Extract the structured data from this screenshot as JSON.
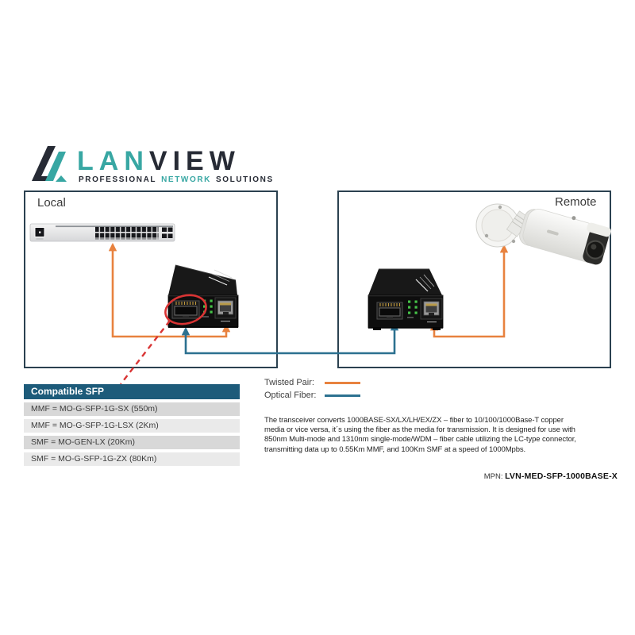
{
  "logo": {
    "brand_primary": "LAN",
    "brand_secondary": "VIEW",
    "tagline_words": [
      "PROFESSIONAL",
      "NETWORK",
      "SOLUTIONS"
    ]
  },
  "boxes": {
    "local_label": "Local",
    "remote_label": "Remote"
  },
  "legend": {
    "items": [
      {
        "label": "Twisted Pair:",
        "color": "#e8823f"
      },
      {
        "label": "Optical Fiber:",
        "color": "#2c7190"
      }
    ]
  },
  "sfp_table": {
    "header": "Compatible SFP",
    "rows": [
      "MMF = MO-G-SFP-1G-SX (550m)",
      "MMF = MO-G-SFP-1G-LSX (2Km)",
      "SMF = MO-GEN-LX (20Km)",
      "SMF = MO-G-SFP-1G-ZX (80Km)"
    ]
  },
  "description": {
    "text": "The transceiver  converts 1000BASE-SX/LX/LH/EX/ZX – fiber to 10/100/1000Base-T copper media or vice versa, it´s using the fiber as the media for transmission. It is designed for use with 850nm Multi-mode and 1310nm single-mode/WDM – fiber cable utilizing the LC-type connector, transmitting data up to 0.55Km MMF, and 100Km SMF at a speed of 1000Mpbs."
  },
  "mpn": {
    "label": "MPN: ",
    "value": "LVN-MED-SFP-1000BASE-X"
  },
  "colors": {
    "brand_teal": "#38a7a3",
    "brand_navy": "#272b35",
    "box_border": "#2b4150",
    "twisted_pair_orange": "#e8823f",
    "optical_fiber_blue": "#2c7190",
    "highlight_red": "#d93434",
    "table_header_bg": "#1d5b7a",
    "table_row_dark": "#d8d8d8",
    "table_row_light": "#eaeaea",
    "led_green": "#45c348"
  }
}
